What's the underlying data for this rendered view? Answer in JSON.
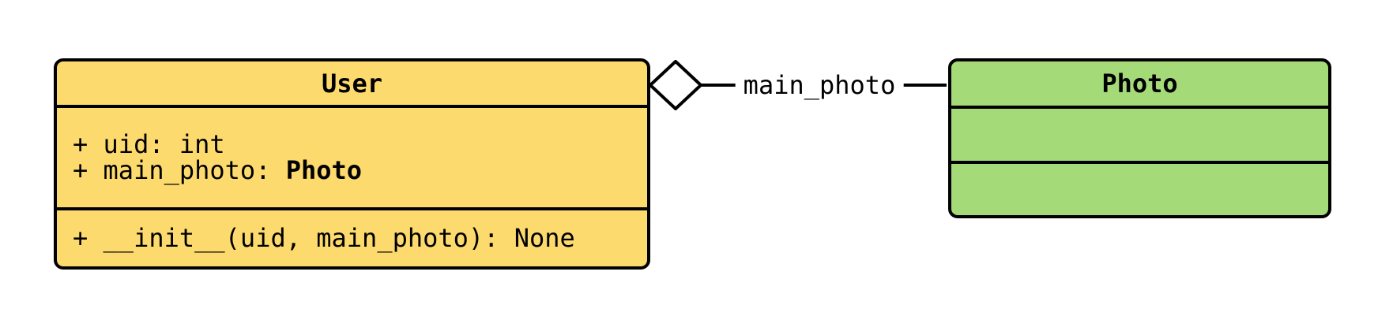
{
  "diagram": {
    "kind": "uml-class-diagram",
    "background": "#ffffff",
    "stroke": "#000000"
  },
  "user_class": {
    "name": "User",
    "fill": "#fdda6e",
    "attributes": [
      {
        "text": "+ uid: int",
        "bold_suffix": ""
      },
      {
        "text": "+ main_photo: ",
        "bold_suffix": "Photo"
      }
    ],
    "methods": [
      {
        "text": "+ __init__(uid, main_photo): None"
      }
    ]
  },
  "photo_class": {
    "name": "Photo",
    "fill": "#a4da77",
    "attributes": [],
    "methods": []
  },
  "connector": {
    "label": "main_photo",
    "kind": "aggregation",
    "from_class": "User",
    "to_class": "Photo"
  }
}
